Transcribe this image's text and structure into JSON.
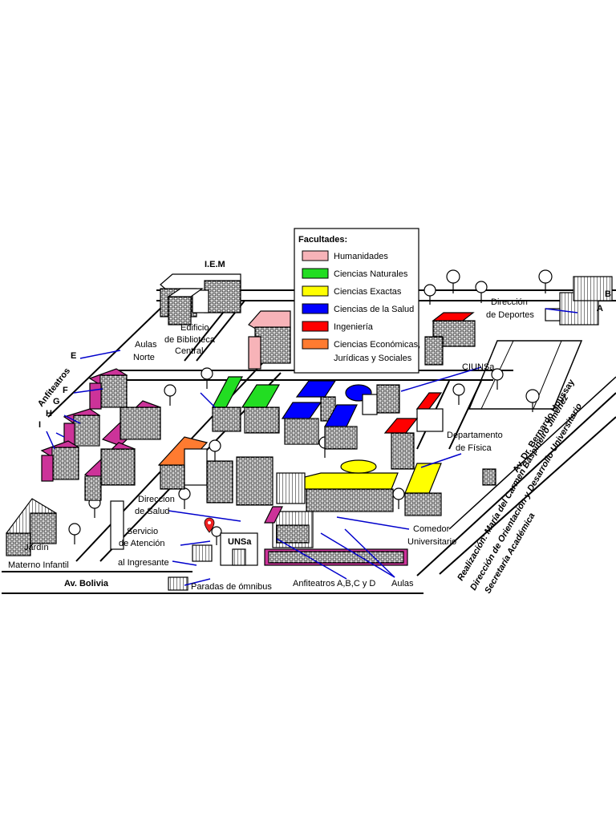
{
  "legend": {
    "title": "Facultades:",
    "items": [
      {
        "label": "Humanidades",
        "color": "#f7b3b8"
      },
      {
        "label": "Ciencias Naturales",
        "color": "#22dd22"
      },
      {
        "label": "Ciencias Exactas",
        "color": "#ffff00"
      },
      {
        "label": "Ciencias de la Salud",
        "color": "#0000ff"
      },
      {
        "label": "Ingeniería",
        "color": "#ff0000"
      },
      {
        "label": "Ciencias Económicas,",
        "label2": "Jurídicas y Sociales",
        "color": "#ff7b30"
      }
    ]
  },
  "colors": {
    "aulas": "#cc3399",
    "anfiteatros": "#cc3399",
    "outline": "#000000",
    "pointer": "#0000cc",
    "marker": "#ee2222"
  },
  "labels": {
    "iem": "I.E.M",
    "biblioteca_1": "Edificio",
    "biblioteca_2": "de Biblioteca",
    "biblioteca_3": "Central",
    "aulas_norte_1": "Aulas",
    "aulas_norte_2": "Norte",
    "anfiteatros": "Anfiteatros",
    "e": "E",
    "f": "F",
    "g": "G",
    "h": "H",
    "i": "I",
    "direccion_deportes_1": "Dirección",
    "direccion_deportes_2": "de Deportes",
    "b": "B",
    "a": "A",
    "ciunsa": "CIUNSa",
    "depto_fisica_1": "Departamento",
    "depto_fisica_2": "de Física",
    "direccion_salud_1": "Direccion",
    "direccion_salud_2": "de Salud",
    "servicio_1": "Servicio",
    "servicio_2": "de Atención",
    "servicio_3": "al Ingresante",
    "unsa": "UNSa",
    "comedor_1": "Comedor",
    "comedor_2": "Universitario",
    "jardin_1": "Jardín",
    "jardin_2": "Materno Infantil",
    "av_bolivia": "Av. Bolivia",
    "paradas": "Paradas de ómnibus",
    "anfiteatros_abcd": "Anfiteatros A,B,C y D",
    "aulas": "Aulas",
    "av_houssay": "Av. Dr. Bernardo Houssay"
  },
  "credits": {
    "line1": "Realización: María del Carmen Baspineiro Jiménez",
    "line2": "Dirección de Orientación y Desarrollo Universitario",
    "line3": "Secretaría Académica"
  }
}
